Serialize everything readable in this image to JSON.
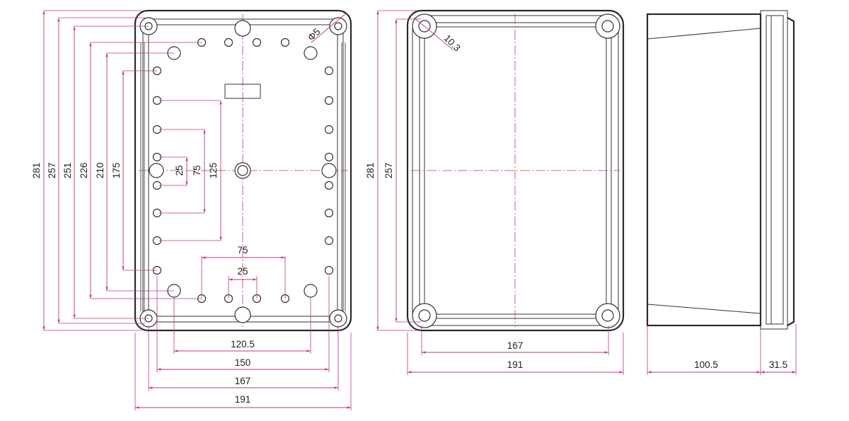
{
  "front_view": {
    "width_dims": [
      "120.5",
      "150",
      "167",
      "191"
    ],
    "height_dims": [
      "281",
      "257",
      "251",
      "226",
      "210",
      "175",
      "125",
      "75",
      "25"
    ],
    "inner_horizontal_dims": [
      "75",
      "25"
    ],
    "corner_hole_label": "Φ5"
  },
  "open_view": {
    "width_dims": [
      "167",
      "191"
    ],
    "height_dims": [
      "281",
      "257"
    ],
    "corner_label": "10.3"
  },
  "side_view": {
    "depth_dims": [
      "100.5",
      "31.5"
    ]
  },
  "colors": {
    "dimension": "#c0358a",
    "outline": "#2a2a2a",
    "centerline": "#d23a3a"
  }
}
